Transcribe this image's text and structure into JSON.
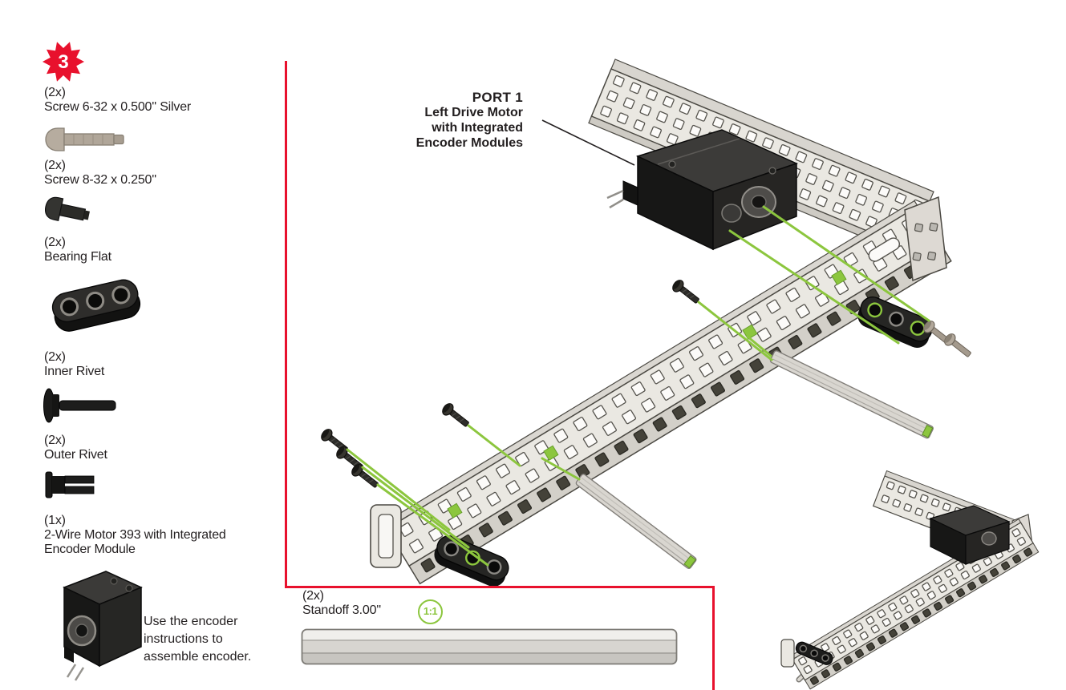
{
  "step": {
    "number": "3"
  },
  "colors": {
    "accent_red": "#e8112d",
    "vex_green": "#8cc63e"
  },
  "parts": [
    {
      "qty": "(2x)",
      "name": "Screw 6-32 x 0.500'' Silver"
    },
    {
      "qty": "(2x)",
      "name": "Screw 8-32 x 0.250''"
    },
    {
      "qty": "(2x)",
      "name": "Bearing Flat"
    },
    {
      "qty": "(2x)",
      "name": "Inner Rivet"
    },
    {
      "qty": "(2x)",
      "name": "Outer Rivet"
    },
    {
      "qty": "(1x)",
      "name": "2-Wire Motor 393 with Integrated Encoder Module"
    }
  ],
  "note": "Use the encoder instructions to assemble encoder.",
  "callout": {
    "title": "PORT 1",
    "line1": "Left Drive Motor",
    "line2": "with Integrated",
    "line3": "Encoder Modules"
  },
  "standoff": {
    "qty": "(2x)",
    "name": "Standoff 3.00''",
    "scale": "1:1"
  }
}
